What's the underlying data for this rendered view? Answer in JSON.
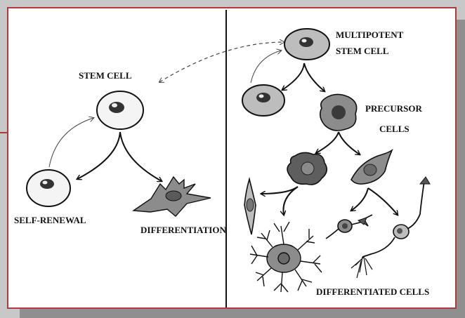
{
  "left_panel": {
    "stem_cell_label": "STEM CELL",
    "self_renewal_label": "SELF-RENEWAL",
    "differentiation_label": "DIFFERENTIATION"
  },
  "right_panel": {
    "multipotent_label_line1": "MULTIPOTENT",
    "multipotent_label_line2": "STEM CELL",
    "precursor_label_line1": "PRECURSOR",
    "precursor_label_line2": "CELLS",
    "differentiated_label": "DIFFERENTIATED CELLS"
  },
  "colors": {
    "frame_border": "#b03a3a",
    "background": "#c8c8c8",
    "shadow": "#8f8f8f",
    "cell_fill_light": "#f2f2f2",
    "cell_fill_grey": "#9a9a9a",
    "cell_fill_dark": "#5a5a5a"
  }
}
